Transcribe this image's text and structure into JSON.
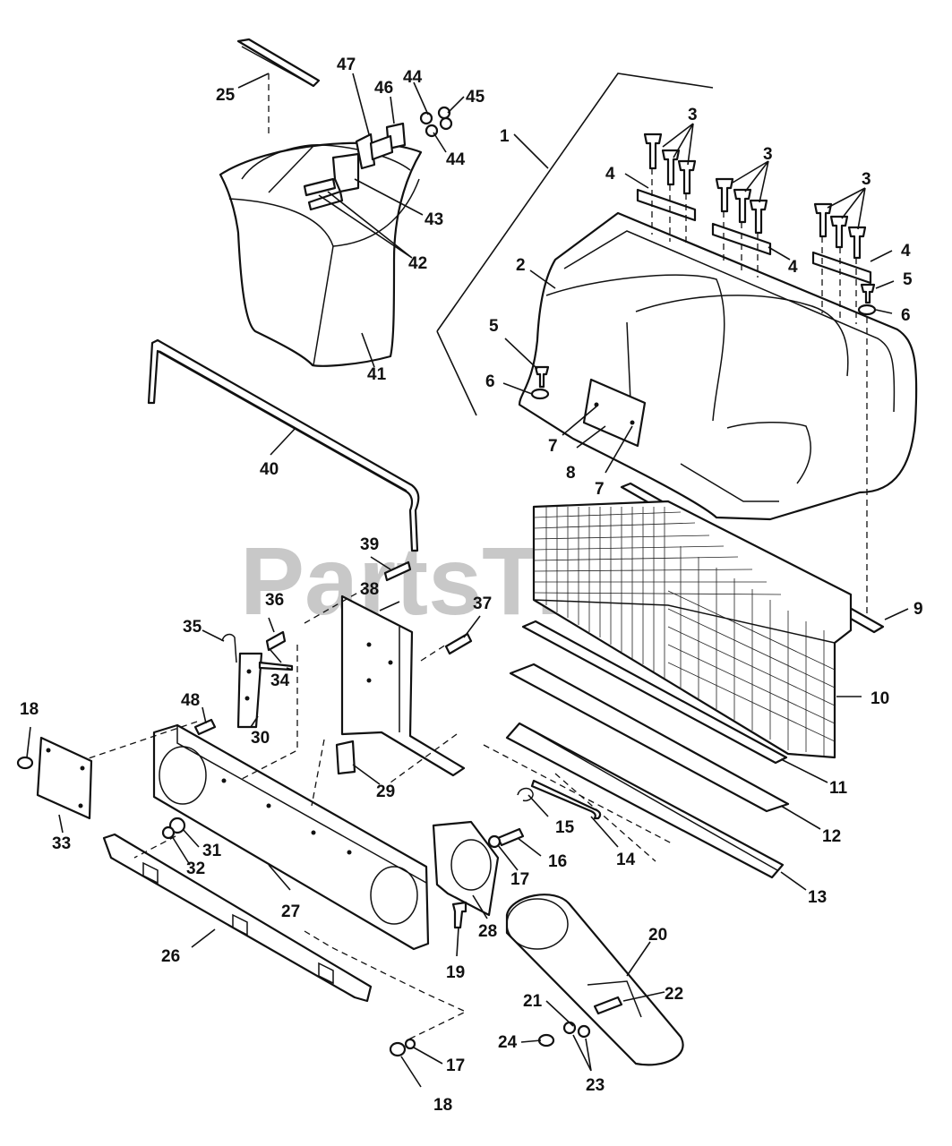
{
  "watermark": {
    "text": "PartsTree",
    "mark": "™"
  },
  "callouts": {
    "c1": "1",
    "c2": "2",
    "c3a": "3",
    "c3b": "3",
    "c3c": "3",
    "c4a": "4",
    "c4b": "4",
    "c4c": "4",
    "c5a": "5",
    "c5b": "5",
    "c6a": "6",
    "c6b": "6",
    "c7a": "7",
    "c7b": "7",
    "c8": "8",
    "c9": "9",
    "c10": "10",
    "c11": "11",
    "c12": "12",
    "c13": "13",
    "c14": "14",
    "c15": "15",
    "c16": "16",
    "c17a": "17",
    "c17b": "17",
    "c18a": "18",
    "c18b": "18",
    "c19": "19",
    "c20": "20",
    "c21": "21",
    "c22": "22",
    "c23": "23",
    "c24": "24",
    "c25": "25",
    "c26": "26",
    "c27": "27",
    "c28": "28",
    "c29": "29",
    "c30": "30",
    "c31": "31",
    "c32": "32",
    "c33": "33",
    "c34": "34",
    "c35": "35",
    "c36": "36",
    "c37": "37",
    "c38": "38",
    "c39": "39",
    "c40": "40",
    "c41": "41",
    "c42": "42",
    "c43": "43",
    "c44a": "44",
    "c44b": "44",
    "c45": "45",
    "c46": "46",
    "c47": "47",
    "c48": "48"
  }
}
